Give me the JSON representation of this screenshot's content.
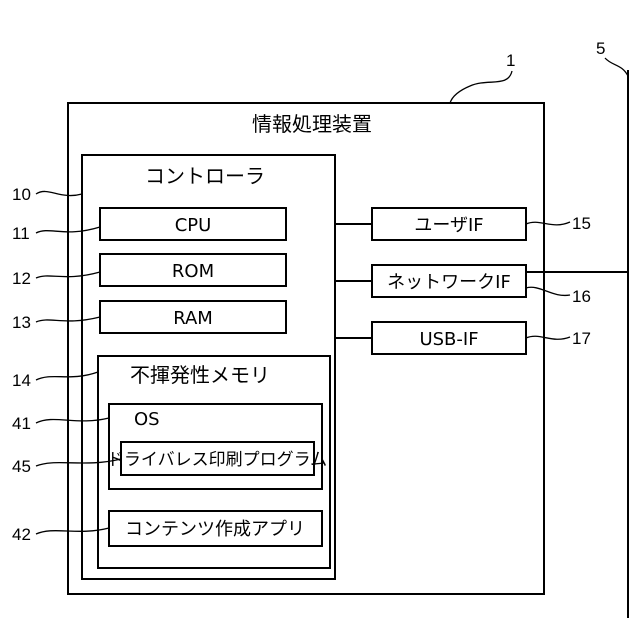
{
  "apparatus": {
    "title": "情報処理装置",
    "ref": "1"
  },
  "network": {
    "ref": "5"
  },
  "controller": {
    "title": "コントローラ",
    "ref": "10",
    "cpu": {
      "label": "CPU",
      "ref": "11"
    },
    "rom": {
      "label": "ROM",
      "ref": "12"
    },
    "ram": {
      "label": "RAM",
      "ref": "13"
    },
    "memory": {
      "title": "不揮発性メモリ",
      "ref": "14",
      "os": {
        "label": "OS",
        "ref": "41"
      },
      "driverless": {
        "label": "ドライバレス印刷プログラム",
        "ref": "45"
      },
      "app": {
        "label": "コンテンツ作成アプリ",
        "ref": "42"
      }
    }
  },
  "interfaces": {
    "user_if": {
      "label": "ユーザIF",
      "ref": "15"
    },
    "network_if": {
      "label": "ネットワークIF",
      "ref": "16"
    },
    "usb_if": {
      "label": "USB-IF",
      "ref": "17"
    }
  }
}
